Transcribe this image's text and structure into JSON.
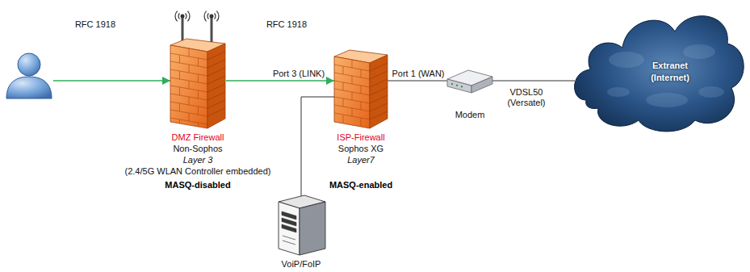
{
  "diagram": {
    "nodes": [
      {
        "text": [
          "DMZ Firewall",
          "Non-Sophos",
          "Layer 3",
          "(2.4/5G WLAN Controller embedded)",
          "MASQ-disabled"
        ]
      },
      {
        "text": [
          "ISP-Firewall",
          "Sophos XG",
          "Layer7",
          "MASQ-enabled"
        ]
      },
      {
        "text": [
          "Modem"
        ]
      },
      {
        "text": [
          "Extranet (Internet)"
        ]
      },
      {
        "text": [
          "VoiP/FoIP"
        ]
      }
    ],
    "edges": [
      {
        "from": 0,
        "to": 1,
        "arrow": "to",
        "label": "Port 3 (LINK)"
      },
      {
        "from": 1,
        "to": 2,
        "arrow": "none",
        "label": "Port 1 (WAN)"
      },
      {
        "from": 2,
        "to": 3,
        "arrow": "none",
        "label": "VDSL50 (Versatel)"
      },
      {
        "from": 1,
        "to": 4,
        "arrow": "none"
      }
    ],
    "labels": [
      "RFC 1918",
      "RFC 1918"
    ]
  }
}
